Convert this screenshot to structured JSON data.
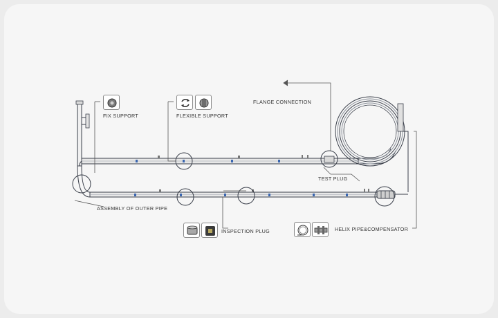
{
  "labels": {
    "fix_support": "FIX SUPPORT",
    "flexible_support": "FLEXIBLE SUPPORT",
    "flange_connection": "FLANGE CONNECTION",
    "test_plug": "TEST PLUG",
    "assembly_outer_pipe": "ASSEMBLY OF OUTER PIPE",
    "inspection_plug": "INSPECTION PLUG",
    "helix_compensator": "HELIX PIPE&COMPENSATOR"
  },
  "icons": {
    "fix_support": "fix-support-icon",
    "flexible_support_1": "flexible-support-arrows-icon",
    "flexible_support_2": "flexible-support-clamp-icon",
    "inspection_plug_1": "inspection-plug-cap-icon",
    "inspection_plug_2": "inspection-plug-dark-icon",
    "helix_pipe": "helix-coil-icon",
    "compensator": "compensator-icon"
  },
  "colors": {
    "background": "#ececec",
    "card": "#f6f6f6",
    "pipe_stroke": "#3a3f4a",
    "marker_blue": "#3a66b0",
    "leader": "#555555"
  }
}
